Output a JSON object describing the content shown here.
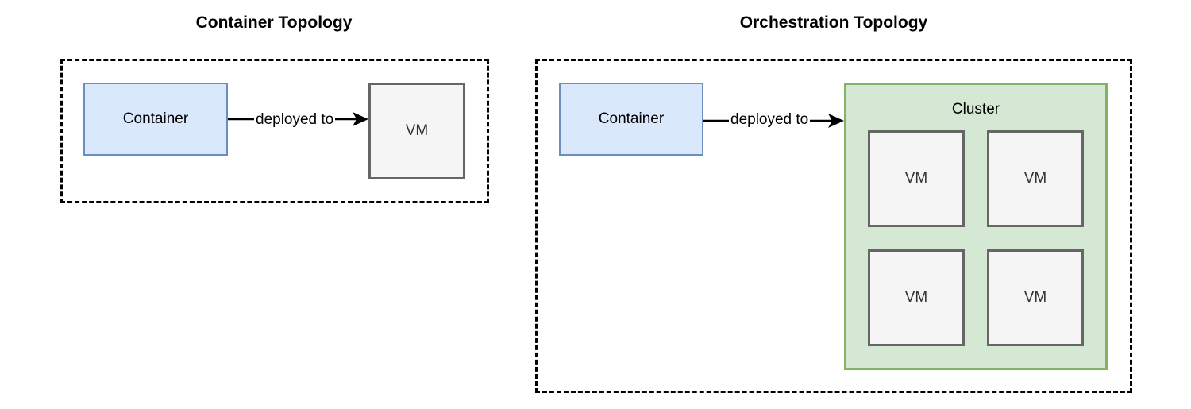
{
  "left_diagram": {
    "title": "Container Topology",
    "source": "Container",
    "edge_label": "deployed to",
    "target": "VM"
  },
  "right_diagram": {
    "title": "Orchestration Topology",
    "source": "Container",
    "edge_label": "deployed to",
    "cluster": {
      "label": "Cluster",
      "vms": [
        "VM",
        "VM",
        "VM",
        "VM"
      ]
    }
  },
  "colors": {
    "container_fill": "#dae8fc",
    "container_border": "#6c8ebf",
    "vm_fill": "#f5f5f5",
    "vm_border": "#666666",
    "cluster_fill": "#d5e8d4",
    "cluster_border": "#82b366",
    "frame_border": "#000000"
  }
}
